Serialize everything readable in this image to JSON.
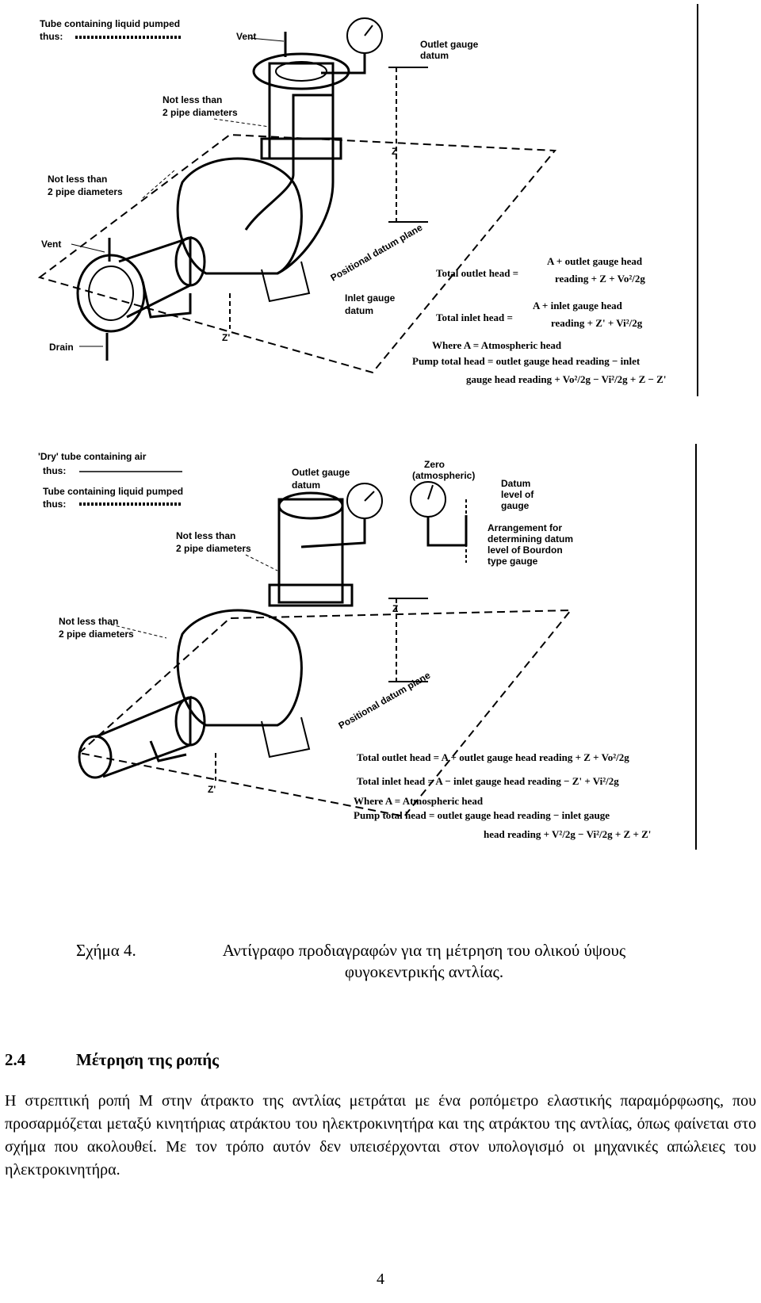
{
  "figure_top": {
    "legend_tube": "Tube containing liquid pumped",
    "legend_thus": "thus:",
    "vent_top": "Vent",
    "outlet_gauge_datum_1": "Outlet gauge",
    "outlet_gauge_datum_2": "datum",
    "not_less_1a": "Not less than",
    "not_less_1b": "2 pipe diameters",
    "not_less_2a": "Not less than",
    "not_less_2b": "2 pipe diameters",
    "vent_left": "Vent",
    "drain": "Drain",
    "z_label": "Z",
    "z_prime_label": "Z'",
    "positional_datum_plane": "Positional datum plane",
    "inlet_gauge_datum_1": "Inlet gauge",
    "inlet_gauge_datum_2": "datum",
    "eq1_a": "Total outlet head =",
    "eq1_b": "A + outlet gauge head",
    "eq1_c": "reading + Z + Vo²/2g",
    "eq2_a": "Total inlet head =",
    "eq2_b": "A + inlet gauge head",
    "eq2_c": "reading + Z' + Vi²/2g",
    "eq3": "Where A = Atmospheric head",
    "eq4": "Pump total head = outlet gauge head reading − inlet",
    "eq5": "gauge head reading + Vo²/2g − Vi²/2g + Z − Z'"
  },
  "figure_bottom": {
    "legend_dry": "'Dry' tube containing air",
    "legend_thus1": "thus:",
    "legend_tube": "Tube containing liquid pumped",
    "legend_thus2": "thus:",
    "outlet_gauge_datum_1": "Outlet gauge",
    "outlet_gauge_datum_2": "datum",
    "zero_1": "Zero",
    "zero_2": "(atmospheric)",
    "datum_level_1": "Datum",
    "datum_level_2": "level of",
    "datum_level_3": "gauge",
    "arrangement_1": "Arrangement for",
    "arrangement_2": "determining datum",
    "arrangement_3": "level of Bourdon",
    "arrangement_4": "type gauge",
    "not_less_1a": "Not less than",
    "not_less_1b": "2 pipe diameters",
    "not_less_2a": "Not less than",
    "not_less_2b": "2 pipe diameters",
    "z_label": "Z",
    "z_prime_label": "Z'",
    "positional_datum_plane": "Positional datum plane",
    "eq1": "Total outlet head = A + outlet gauge head reading + Z + Vo²/2g",
    "eq2": "Total inlet head = A − inlet gauge head reading − Z' + Vi²/2g",
    "eq3": "Where A = Atmospheric head",
    "eq4": "Pump total head = outlet gauge head reading − inlet gauge",
    "eq5": "head reading + V²/2g − Vi²/2g + Z + Z'"
  },
  "caption": {
    "label": "Σχήμα 4.",
    "text": "Αντίγραφο προδιαγραφών για τη μέτρηση του ολικού ύψους φυγοκεντρικής αντλίας."
  },
  "section": {
    "number": "2.4",
    "title": "Μέτρηση της ροπής"
  },
  "paragraph": "Η στρεπτική ροπή Μ στην άτρακτο της αντλίας μετράται με ένα ροπόμετρο ελαστικής παραμόρφωσης, που προσαρμόζεται μεταξύ κινητήριας ατράκτου του ηλεκτροκινητήρα και της ατράκτου της αντλίας, όπως φαίνεται στο σχήμα που ακολουθεί. Με τον τρόπο αυτόν δεν υπεισέρχονται στον υπολογισμό οι μηχανικές απώλειες του ηλεκτροκινητήρα.",
  "page_number": "4"
}
